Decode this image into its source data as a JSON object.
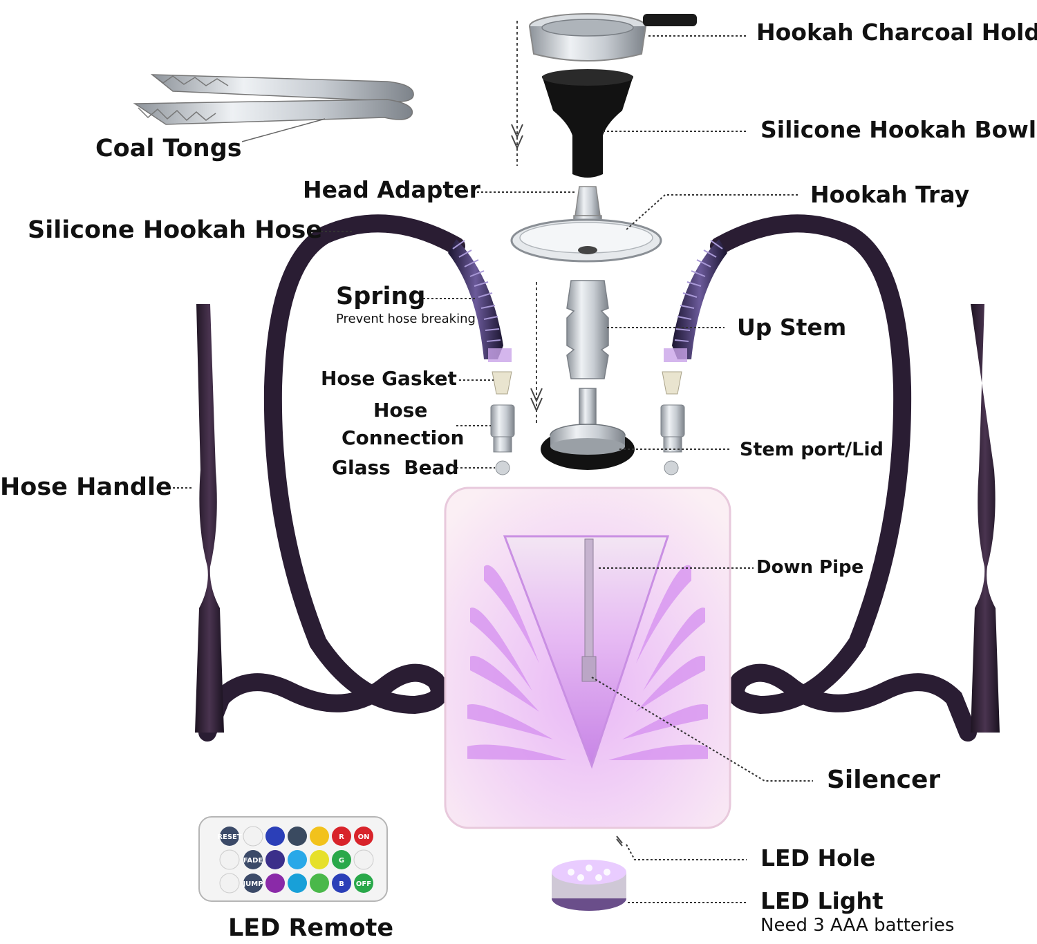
{
  "labels": {
    "charcoal_holder": "Hookah Charcoal Holder",
    "silicone_bowl": "Silicone Hookah Bowl",
    "coal_tongs": "Coal Tongs",
    "head_adapter": "Head Adapter",
    "hookah_tray": "Hookah Tray",
    "silicone_hose": "Silicone Hookah Hose",
    "spring": "Spring",
    "spring_note": "Prevent hose breaking",
    "up_stem": "Up Stem",
    "hose_gasket": "Hose Gasket",
    "hose_connection_1": "Hose",
    "hose_connection_2": "Connection",
    "stem_port": "Stem port/Lid",
    "glass_bead": "Glass  Bead",
    "hose_handle": "Hose Handle",
    "down_pipe": "Down Pipe",
    "silencer": "Silencer",
    "led_hole": "LED Hole",
    "led_light": "LED Light",
    "led_light_note": "Need 3 AAA batteries",
    "led_remote": "LED Remote"
  },
  "remote": {
    "buttons_row1": [
      "RESET",
      "",
      "",
      "",
      "",
      "R",
      "ON"
    ],
    "buttons_row2": [
      "",
      "FADE",
      "",
      "",
      "",
      "G",
      ""
    ],
    "buttons_row3": [
      "",
      "JUMP",
      "",
      "",
      "",
      "B",
      "OFF"
    ]
  },
  "colors": {
    "hose": "#2a1d33",
    "acrylic_glow": "#d98cf0",
    "metal": "#b9bec4",
    "silicone_black": "#111111"
  }
}
